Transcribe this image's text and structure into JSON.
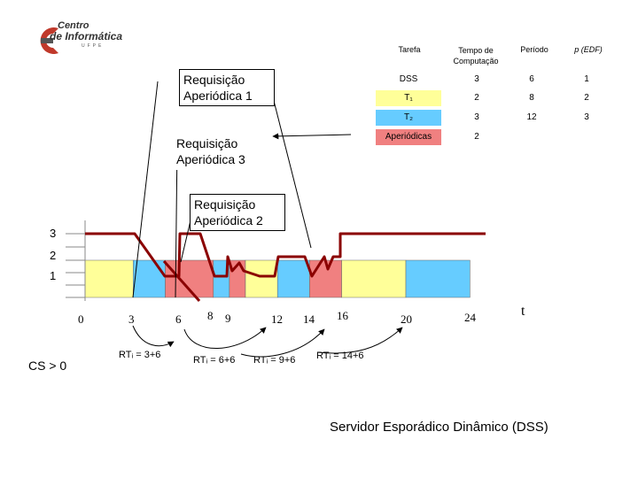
{
  "logo": {
    "line1": "Centro",
    "line2": "de Informática",
    "line3": "UFPE"
  },
  "table": {
    "headers": [
      "Tarefa",
      "Tempo de Computação",
      "Período",
      "p (EDF)"
    ],
    "rows": [
      {
        "task": "DSS",
        "comp": "3",
        "period": "6",
        "prio": "1",
        "color": "#ffffff"
      },
      {
        "task": "T₁",
        "comp": "2",
        "period": "8",
        "prio": "2",
        "color": "#ffff99"
      },
      {
        "task": "T₂",
        "comp": "3",
        "period": "12",
        "prio": "3",
        "color": "#66ccff"
      },
      {
        "task": "Aperiódicas",
        "comp": "2",
        "period": "",
        "prio": "",
        "color": "#f08080"
      }
    ]
  },
  "callouts": {
    "req1": "Requisição Aperiódica 1",
    "req3": "Requisição Aperiódica 3",
    "req2": "Requisição Aperiódica 2"
  },
  "y_labels": [
    "3",
    "2",
    "1"
  ],
  "x_ticks": [
    "0",
    "3",
    "6",
    "8",
    "9",
    "12",
    "14",
    "16",
    "20",
    "24"
  ],
  "x_axis_label": "t",
  "rt_labels": [
    "RTᵢ = 3+6",
    "RTᵢ = 6+6",
    "RTᵢ = 9+6",
    "RTᵢ = 14+6"
  ],
  "cs_label": "CS > 0",
  "caption": "Servidor Esporádico Dinâmico (DSS)",
  "colors": {
    "t1": "#ffff99",
    "t2": "#66ccff",
    "aperiodic": "#f08080",
    "capacity": "#8b0000"
  },
  "schedule": [
    {
      "start": 0,
      "end": 3,
      "task": "t1"
    },
    {
      "start": 3,
      "end": 5,
      "task": "t2"
    },
    {
      "start": 5,
      "end": 8,
      "task": "aperiodic"
    },
    {
      "start": 8,
      "end": 9,
      "task": "t2"
    },
    {
      "start": 9,
      "end": 10,
      "task": "aperiodic"
    },
    {
      "start": 10,
      "end": 12,
      "task": "t1"
    },
    {
      "start": 12,
      "end": 14,
      "task": "t2"
    },
    {
      "start": 14,
      "end": 16,
      "task": "aperiodic"
    },
    {
      "start": 16,
      "end": 20,
      "task": "t1"
    },
    {
      "start": 20,
      "end": 24,
      "task": "t2"
    }
  ]
}
